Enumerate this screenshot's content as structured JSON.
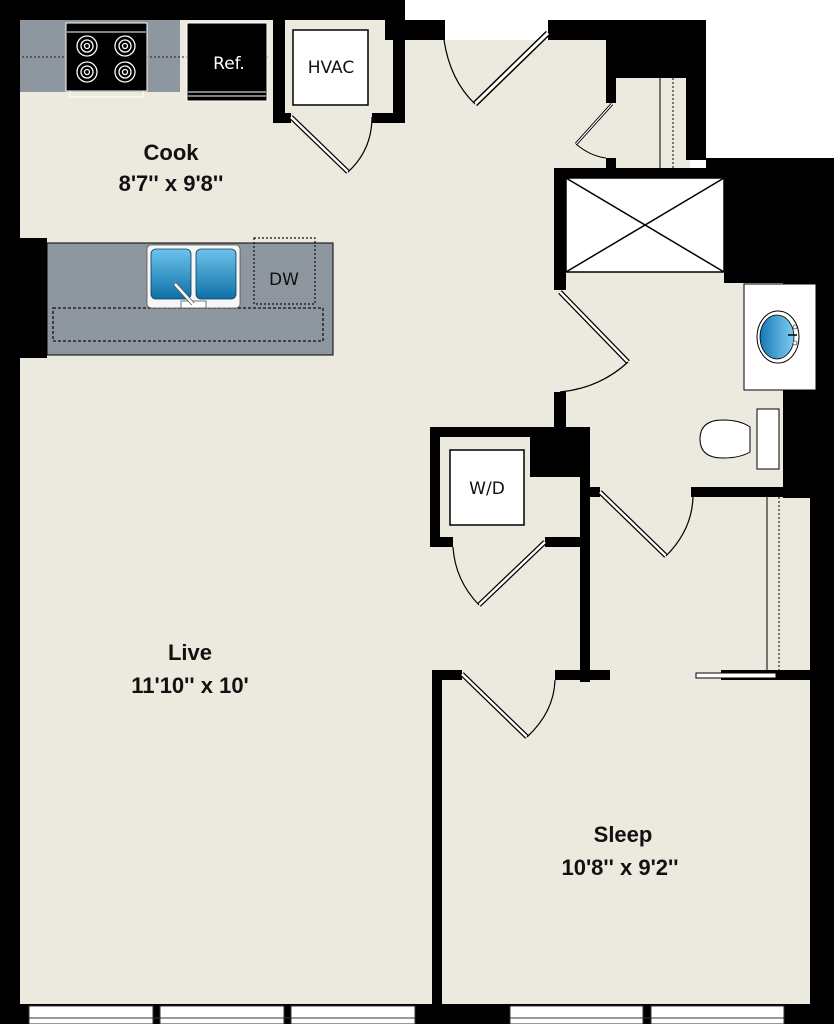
{
  "floorplan": {
    "colors": {
      "floor": "#ece9de",
      "wall": "#000000",
      "counter": "#8e969f",
      "fixture": "#ffffff",
      "water": "#3aa0d8"
    },
    "rooms": {
      "cook": {
        "name": "Cook",
        "dimensions": "8'7'' x 9'8''"
      },
      "live": {
        "name": "Live",
        "dimensions": "11'10'' x 10'"
      },
      "sleep": {
        "name": "Sleep",
        "dimensions": "10'8'' x 9'2''"
      }
    },
    "fixtures": {
      "refrigerator": "Ref.",
      "hvac": "HVAC",
      "dishwasher": "DW",
      "washer_dryer": "W/D"
    }
  }
}
